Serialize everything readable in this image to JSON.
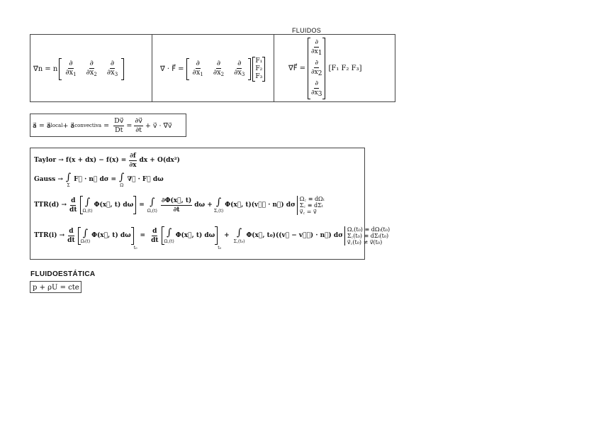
{
  "headings": {
    "fluidos": "FLUIDOS",
    "fluidoestatica": "FLUIDOESTÁTICA"
  },
  "box1": {
    "grad_n": {
      "lhs": "∇⃗n = n",
      "partial": "∂",
      "x1": "∂x",
      "x2": "∂x",
      "x3": "∂x",
      "i1": "1",
      "i2": "2",
      "i3": "3"
    },
    "div_f": {
      "lhs": "∇⃗ · F⃗ =",
      "f1": "F₁",
      "f2": "F₂",
      "f3": "F₃"
    },
    "grad_f": {
      "lhs": "∇⃗F⃗ =",
      "row": "[F₁   F₂   F₃]"
    }
  },
  "box2": {
    "lhs": "a⃗ = a⃗",
    "local": "local",
    "plus": " + a⃗",
    "convectiva": "convectiva",
    "eq": " = ",
    "dv": "Dv⃗",
    "dt": "Dt",
    "pv": "∂v⃗",
    "pt": "∂t",
    "tail": "+ v⃗ · ∇⃗v⃗"
  },
  "box3": {
    "taylor_label": "Taylor → f(x + dx) − f(x) =",
    "taylor_df": "∂f",
    "taylor_dx": "∂x",
    "taylor_tail": "dx + O(dx²)",
    "gauss_label": "Gauss →",
    "gauss_mid": "F⃗ · n⃗ dσ =",
    "gauss_tail": "∇⃗ · F⃗ dω",
    "gauss_sigma": "Σ",
    "gauss_omega": "Ω",
    "ttrd_label": "TTR(d) →",
    "ttrd_d": "d",
    "ttrd_dt": "dt",
    "ttrd_inner": "Φ(x⃗, t) dω",
    "ttrd_omega": "Ω꜀(t)",
    "ttrd_eq": "=",
    "ttrd_pphi": "∂Φ(x⃗, t)",
    "ttrd_pt": "∂t",
    "ttrd_dw": "dω +",
    "ttrd_sigma": "Σ꜀(t)",
    "ttrd_flux": "Φ(x⃗, t)(v⃗꜀ · n⃗) dσ",
    "ttrd_c1": "Ω꜀ ≡ dΩₜ",
    "ttrd_c2": "Σ꜀ ≡ dΣₜ",
    "ttrd_c3": "v⃗꜀ = v⃗",
    "ttri_label": "TTR(i) →",
    "ttri_inner": "Φ(x⃗, t) dω",
    "ttri_omega": "Ωₜ(t)",
    "ttri_t0": "t₀",
    "ttri_eq": "=",
    "ttri_inner2": "Φ(x⃗, t) dω",
    "ttri_omega2": "Ω꜀(t)",
    "ttri_plus": "+",
    "ttri_sigma": "Σ꜀(t₀)",
    "ttri_flux": "Φ(x⃗, t₀)((v⃗ − v⃗꜀) · n⃗) dσ",
    "ttri_c1": "Ω꜀(t₀) ≡ dΩₜ(t₀)",
    "ttri_c2": "Σ꜀(t₀) ≡ dΣₜ(t₀)",
    "ttri_c3": "v⃗꜀(t₀) ≠ v⃗(t₀)"
  },
  "box4": {
    "eq": "p + ρU = cte"
  }
}
